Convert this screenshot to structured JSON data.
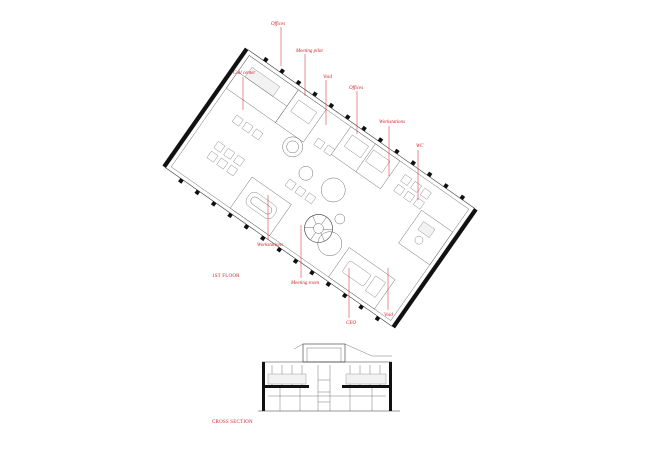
{
  "labels": {
    "offices_top": "Offices",
    "meeting_pilot": "Meeting pilot",
    "call_center": "Call center",
    "void_top": "Void",
    "offices_mid": "Offices",
    "workstations_right": "Workstations",
    "wc": "WC",
    "workstations_left": "Workstations",
    "meeting_room": "Meeting room",
    "ceo": "CEO",
    "void_bottom": "Void"
  },
  "titles": {
    "floor_plan": "1ST FLOOR",
    "section": "CROSS SECTION"
  },
  "colors": {
    "annotation": "#d11f2a",
    "line": "#333333",
    "wall": "#111111"
  }
}
